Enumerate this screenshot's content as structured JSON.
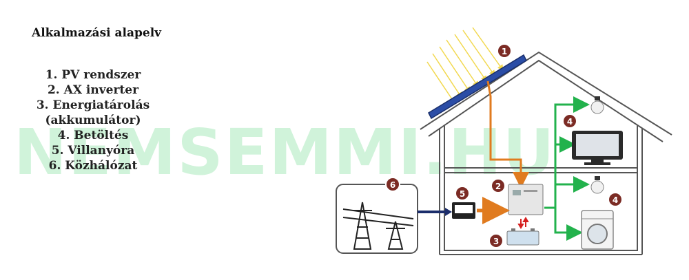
{
  "title": "Alkalmazási alapelv",
  "legend": [
    "1. PV rendszer",
    "2. AX inverter",
    "3. Energiatárolás",
    "(akkumulátor)",
    "4. Betöltés",
    "5. Villanyóra",
    "6. Közhálózat"
  ],
  "watermark": "NEMSEMMI.HU",
  "badges": [
    "1",
    "2",
    "3",
    "4",
    "4",
    "5",
    "6"
  ],
  "colors": {
    "badge": "#7b2b24",
    "solar_arrow": "#e07b1f",
    "grid_arrow": "#1b2d6b",
    "load_line": "#22b24c",
    "battery_arrow": "#d62020",
    "sun_rays": "#f2d84e",
    "panel": "#2b4da6"
  }
}
